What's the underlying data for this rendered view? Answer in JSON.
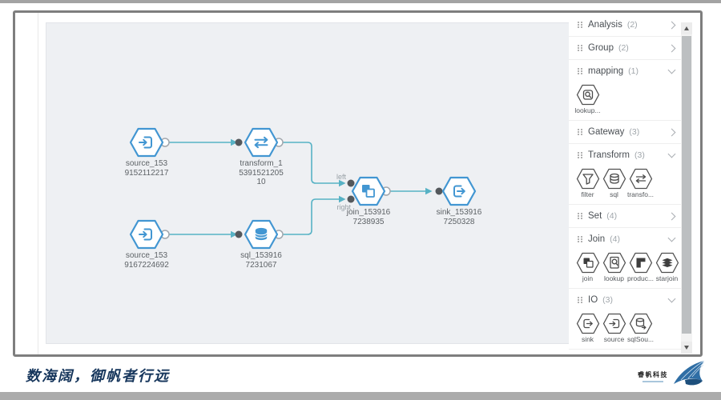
{
  "colors": {
    "node_blue": "#4296d2",
    "edge_teal": "#57b2c5",
    "canvas_bg": "#eef0f3",
    "frame_border": "#7e7e7e",
    "slogan_navy": "#16365c"
  },
  "icons": {
    "node_types": [
      "source-icon",
      "transform-icon",
      "sql-icon",
      "join-icon",
      "sink-icon"
    ],
    "palette": [
      "lookup-icon",
      "filter-icon",
      "sql-icon",
      "transform-icon",
      "join-icon",
      "lookup-doc-icon",
      "product-icon",
      "starjoin-icon",
      "sink-icon",
      "source-icon",
      "sql-source-icon"
    ],
    "chrome": [
      "drag-handle-icon",
      "chevron-right-icon",
      "chevron-down-icon",
      "scroll-up-icon",
      "scroll-down-icon",
      "sail-logo"
    ]
  },
  "canvas": {
    "nodes": [
      {
        "type": "source",
        "label": "source_153",
        "id_line": "9152112217"
      },
      {
        "type": "transform",
        "label": "transform_1",
        "id_line": "5391521205",
        "id_line2": "10"
      },
      {
        "type": "sql",
        "label": "sql_153916",
        "id_line": "7231067"
      },
      {
        "type": "join",
        "label": "join_153916",
        "id_line": "7238935"
      },
      {
        "type": "sink",
        "label": "sink_153916",
        "id_line": "7250328"
      },
      {
        "type": "source",
        "label": "source_153",
        "id_line": "9167224692"
      }
    ],
    "edge_labels": {
      "left": "left",
      "right": "right"
    }
  },
  "sidebar": {
    "sections": [
      {
        "label": "Analysis",
        "count": "(2)",
        "state": "collapsed"
      },
      {
        "label": "Group",
        "count": "(2)",
        "state": "collapsed"
      },
      {
        "label": "mapping",
        "count": "(1)",
        "state": "expanded",
        "items": [
          {
            "label": "lookup...",
            "icon": "lookup-icon"
          }
        ]
      },
      {
        "label": "Gateway",
        "count": "(3)",
        "state": "collapsed"
      },
      {
        "label": "Transform",
        "count": "(3)",
        "state": "expanded",
        "items": [
          {
            "label": "filter",
            "icon": "filter-icon"
          },
          {
            "label": "sql",
            "icon": "sql-icon"
          },
          {
            "label": "transfo...",
            "icon": "transform-icon"
          }
        ]
      },
      {
        "label": "Set",
        "count": "(4)",
        "state": "collapsed"
      },
      {
        "label": "Join",
        "count": "(4)",
        "state": "expanded",
        "items": [
          {
            "label": "join",
            "icon": "join-icon"
          },
          {
            "label": "lookup",
            "icon": "lookup-doc-icon"
          },
          {
            "label": "produc...",
            "icon": "product-icon"
          },
          {
            "label": "starjoin",
            "icon": "starjoin-icon"
          }
        ]
      },
      {
        "label": "IO",
        "count": "(3)",
        "state": "expanded",
        "items": [
          {
            "label": "sink",
            "icon": "sink-icon"
          },
          {
            "label": "source",
            "icon": "source-icon"
          },
          {
            "label": "sqlSou...",
            "icon": "sql-source-icon"
          }
        ]
      }
    ]
  },
  "footer": {
    "slogan": "数海阔，御帆者行远",
    "brand": "睿帆科技"
  }
}
